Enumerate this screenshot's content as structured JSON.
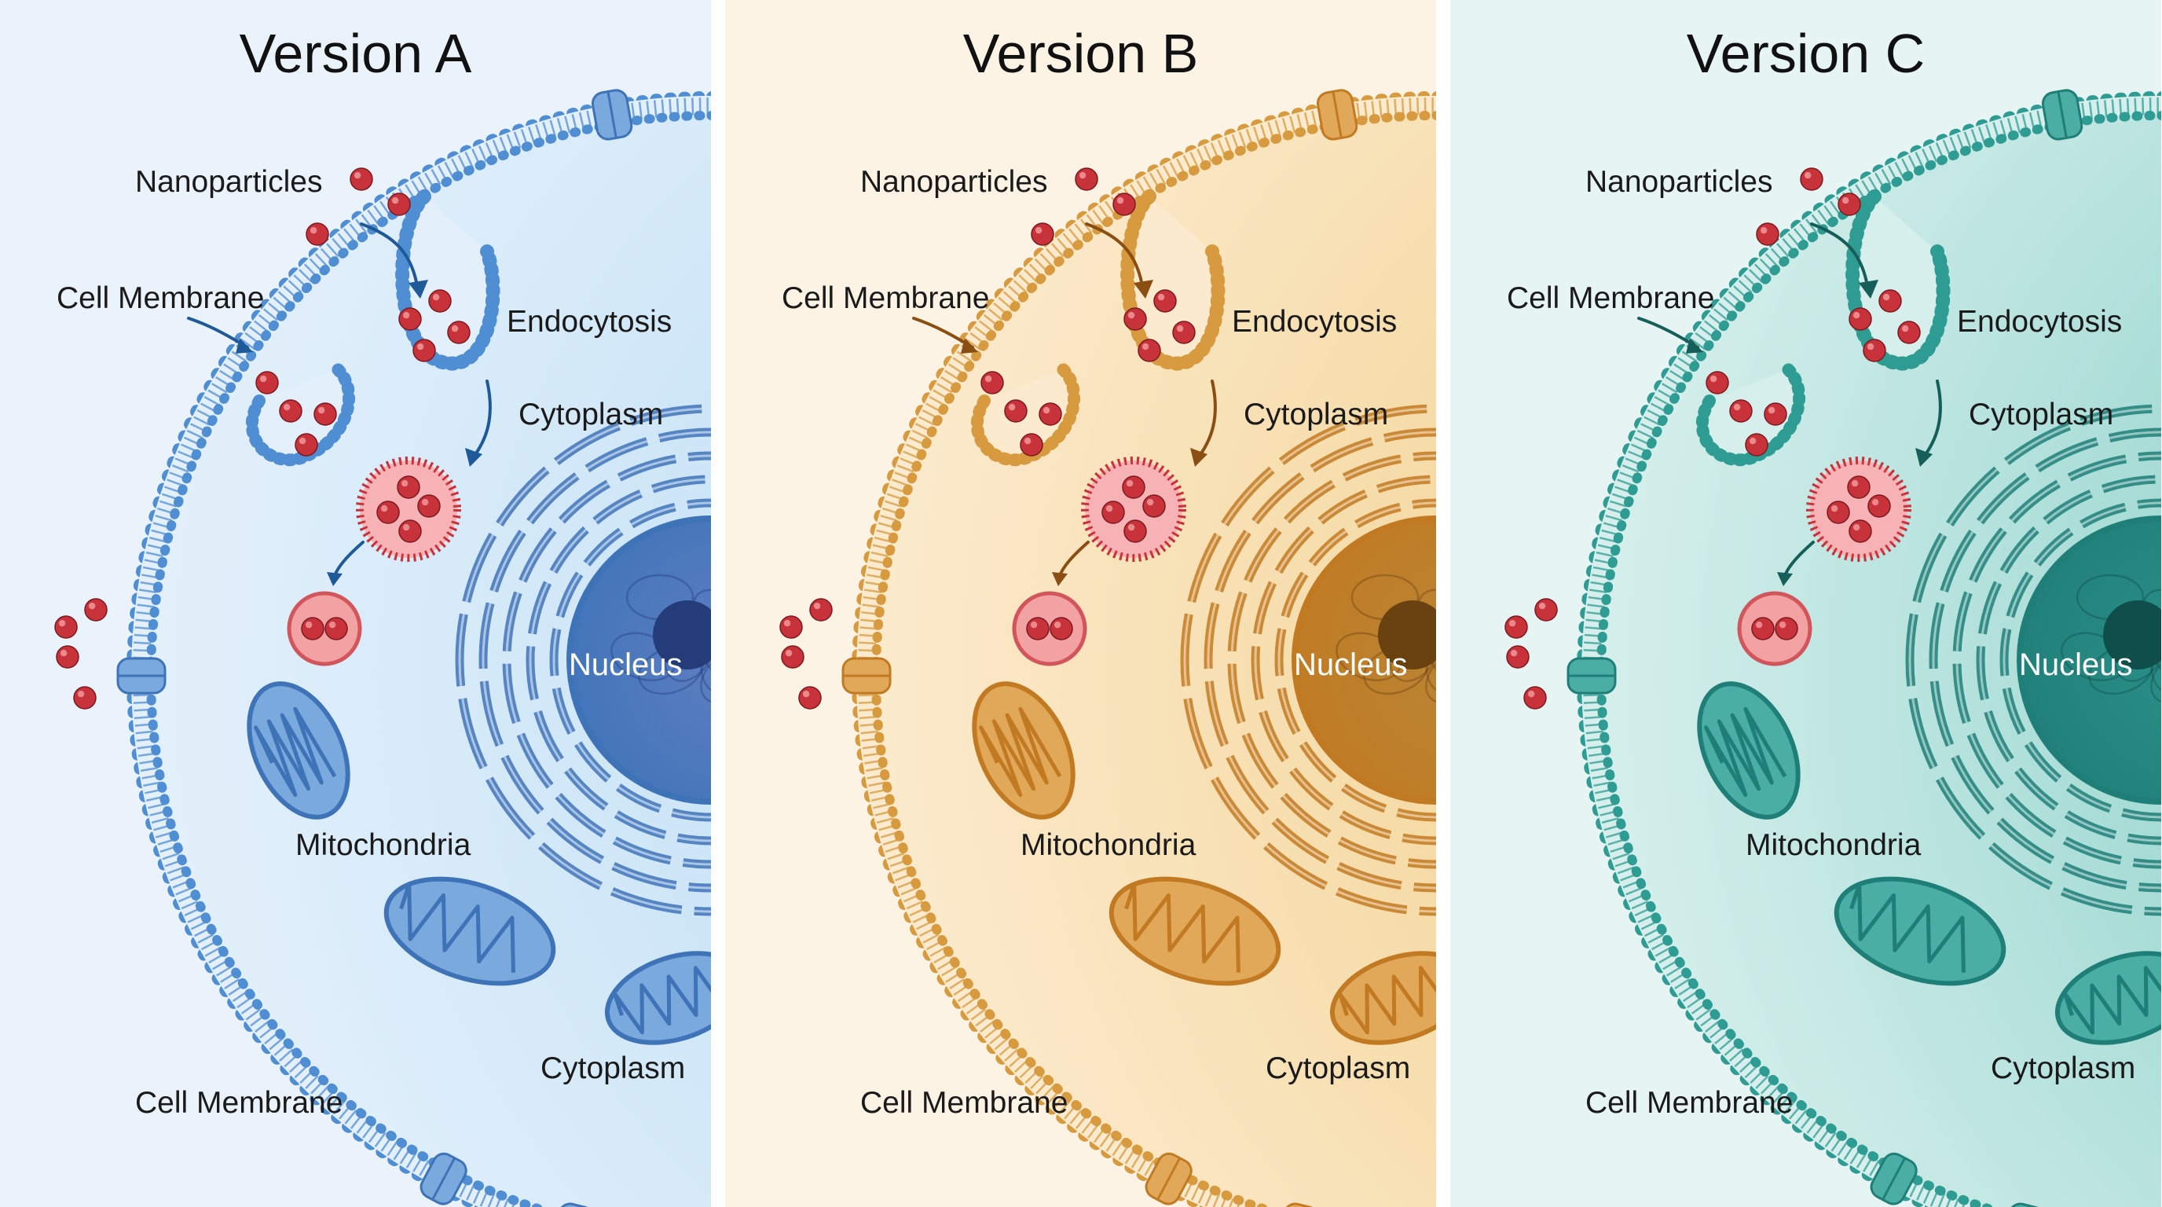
{
  "panels": [
    {
      "title": "Version A",
      "bg": "#eaf2fb",
      "palette": {
        "cyto": "#b9dcf3",
        "cyto_edge": "#7fb8e6",
        "membrane": "#4f8ed3",
        "membrane_light": "#e3f0fb",
        "organelle": "#3f73b8",
        "organelle_light": "#7aa9dd",
        "nucleus": "#5f7fc2",
        "nucleolus": "#243d7a",
        "accent": "#1e5a9a"
      },
      "labels": {
        "nanoparticles": "Nanoparticles",
        "cell_membrane_top": "Cell Membrane",
        "endocytosis": "Endocytosis",
        "cytoplasm_top": "Cytoplasm",
        "nucleus": "Nucleus",
        "mitochondria": "Mitochondria",
        "cytoplasm_bottom": "Cytoplasm",
        "cell_membrane_bottom": "Cell Membrane"
      }
    },
    {
      "title": "Version B",
      "bg": "#fdf3e4",
      "palette": {
        "cyto": "#f1cd84",
        "cyto_edge": "#dba54f",
        "membrane": "#d79a3e",
        "membrane_light": "#fbeacd",
        "organelle": "#c27a22",
        "organelle_light": "#e2a85a",
        "nucleus": "#b98535",
        "nucleolus": "#6a4212",
        "accent": "#8a4e12"
      },
      "labels": {
        "nanoparticles": "Nanoparticles",
        "cell_membrane_top": "Cell Membrane",
        "endocytosis": "Endocytosis",
        "cytoplasm_top": "Cytoplasm",
        "nucleus": "Nucleus",
        "mitochondria": "Mitochondria",
        "cytoplasm_bottom": "Cytoplasm",
        "cell_membrane_bottom": "Cell Membrane"
      }
    },
    {
      "title": "Version C",
      "bg": "#e6f4f3",
      "palette": {
        "cyto": "#7ccac2",
        "cyto_edge": "#4fb0a7",
        "membrane": "#2f9c93",
        "membrane_light": "#d6efec",
        "organelle": "#1f7f78",
        "organelle_light": "#4aaea5",
        "nucleus": "#2b8f88",
        "nucleolus": "#0f4e4a",
        "accent": "#165e59"
      },
      "labels": {
        "nanoparticles": "Nanoparticles",
        "cell_membrane_top": "Cell Membrane",
        "endocytosis": "Endocytosis",
        "cytoplasm_top": "Cytoplasm",
        "nucleus": "Nucleus",
        "mitochondria": "Mitochondria",
        "cytoplasm_bottom": "Cytoplasm",
        "cell_membrane_bottom": "Cell Membrane"
      }
    }
  ],
  "nanoparticle_color": "#c8323a"
}
